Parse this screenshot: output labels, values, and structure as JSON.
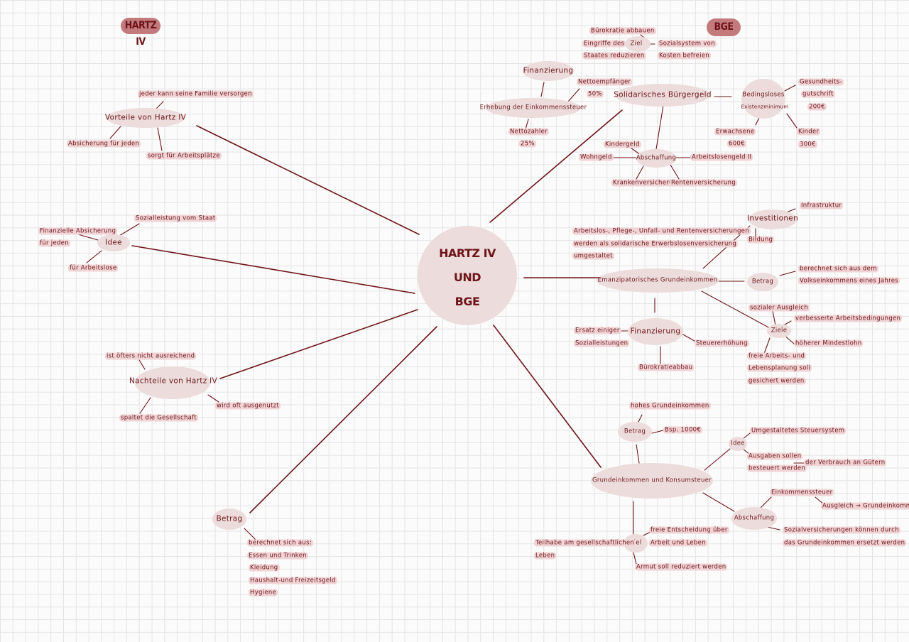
{
  "titles": {
    "left": "HARTZ IV",
    "right": "BGE"
  },
  "center": {
    "line1": "HARTZ IV",
    "line2": "UND",
    "line3": "BGE"
  },
  "hartz": {
    "vorteile": {
      "label": "Vorteile von Hartz IV",
      "familie": "jeder kann seine Familie versorgen",
      "absicherung": "Absicherung für jeden",
      "sorgt": "sorgt für Arbeitsplätze"
    },
    "idee": {
      "label": "Idee",
      "sozial": "Sozialleistung vom Staat",
      "fin1": "Finanzielle Absicherung",
      "fin2": "für jeden",
      "arbeitslose": "für Arbeitslose"
    },
    "nachteile": {
      "label": "Nachteile von Hartz IV",
      "oft": "ist öfters nicht ausreichend",
      "spaltet": "spaltet die Gesellschaft",
      "ausgenutzt": "wird oft ausgenutzt"
    },
    "betrag": {
      "label": "Betrag",
      "items": [
        "berechnet sich aus:",
        "Essen und Trinken",
        "Kleidung",
        "Haushalt-und Freizeitsgeld",
        "Hygiene"
      ]
    }
  },
  "bge": {
    "solidarisch": {
      "label": "Solidarisches Bürgergeld",
      "ziel": {
        "label": "Ziel",
        "buerokratie": "Bürokratie abbauen",
        "eingriffe1": "Eingriffe des",
        "eingriffe2": "Staates reduzieren",
        "sozial1": "Sozialsystem von",
        "sozial2": "Kosten befreien"
      },
      "finanzierung": {
        "label": "Finanzierung",
        "erhebung": "Erhebung der Einkommenssteuer",
        "netto1": "Nettoempfänger",
        "netto2": "50%",
        "zahler1": "Nettozahler",
        "zahler2": "25%"
      },
      "bedingungslos": {
        "line1": "Bedingsloses",
        "line2": "Existenzminimum",
        "gesund1": "Gesundheits-",
        "gesund2": "gutschrift",
        "gesund3": "200€",
        "erw1": "Erwachsene",
        "erw2": "600€",
        "kinder1": "Kinder",
        "kinder2": "300€"
      },
      "abschaffung": {
        "label": "Abschaffung",
        "kinder": "Kindergeld",
        "wohn": "Wohngeld",
        "alg": "Arbeitslosengeld II",
        "kranken": "Krankenversicherung",
        "renten": "Rentenversicherung"
      }
    },
    "emanz": {
      "label": "Emanzipatorisches Grundeinkommen",
      "desc": [
        "Arbeitslos-, Pflege-, Unfall- und Rentenversicherungen",
        "werden als solidarische Erwerbslosenversicherung",
        "umgestaltet"
      ],
      "invest": {
        "label": "Investitionen",
        "infra": "Infrastruktur",
        "bildung": "Bildung"
      },
      "betrag": {
        "label": "Betrag",
        "b1": "berechnet sich aus dem",
        "b2": "Volkseinkommens eines Jahres"
      },
      "ziele": {
        "label": "Ziele",
        "sozial": "sozialer Ausgleich",
        "verb": "verbesserte Arbeitsbedingungen",
        "lohn": "höherer Mindestlohn",
        "frei1": "freie Arbeits- und",
        "frei2": "Lebensplanung soll",
        "frei3": "gesichert werden"
      },
      "finanzierung": {
        "label": "Finanzierung",
        "e1": "Ersatz einiger",
        "e2": "Sozialleistungen",
        "steuer": "Steuererhöhung",
        "buero": "Bürokratieabbau"
      }
    },
    "grund": {
      "label": "Grundeinkommen und Konsumsteuer",
      "betrag": {
        "label": "Betrag",
        "hohes": "hohes Grundeinkommen",
        "bsp": "Bsp. 1000€"
      },
      "idee": {
        "label": "Idee",
        "steuer": "Umgestaltetes Steuersystem",
        "aus1": "Ausgaben sollen",
        "aus2": "besteuert werden",
        "verbrauch": "der Verbrauch an Gütern"
      },
      "abschaffung": {
        "label": "Abschaffung",
        "ek": "Einkommenssteuer",
        "ausgleich": "Ausgleich → Grundeinkommen",
        "sv1": "Sozialversicherungen können durch",
        "sv2": "das Grundeinkommen ersetzt werden"
      },
      "ziel": {
        "label": "Ziel",
        "freie1": "freie Entscheidung über",
        "freie2": "Arbeit und Leben",
        "teil1": "Teilhabe am gesellschaftlichen",
        "teil2": "Leben",
        "armut": "Armut soll reduziert werden"
      }
    }
  }
}
